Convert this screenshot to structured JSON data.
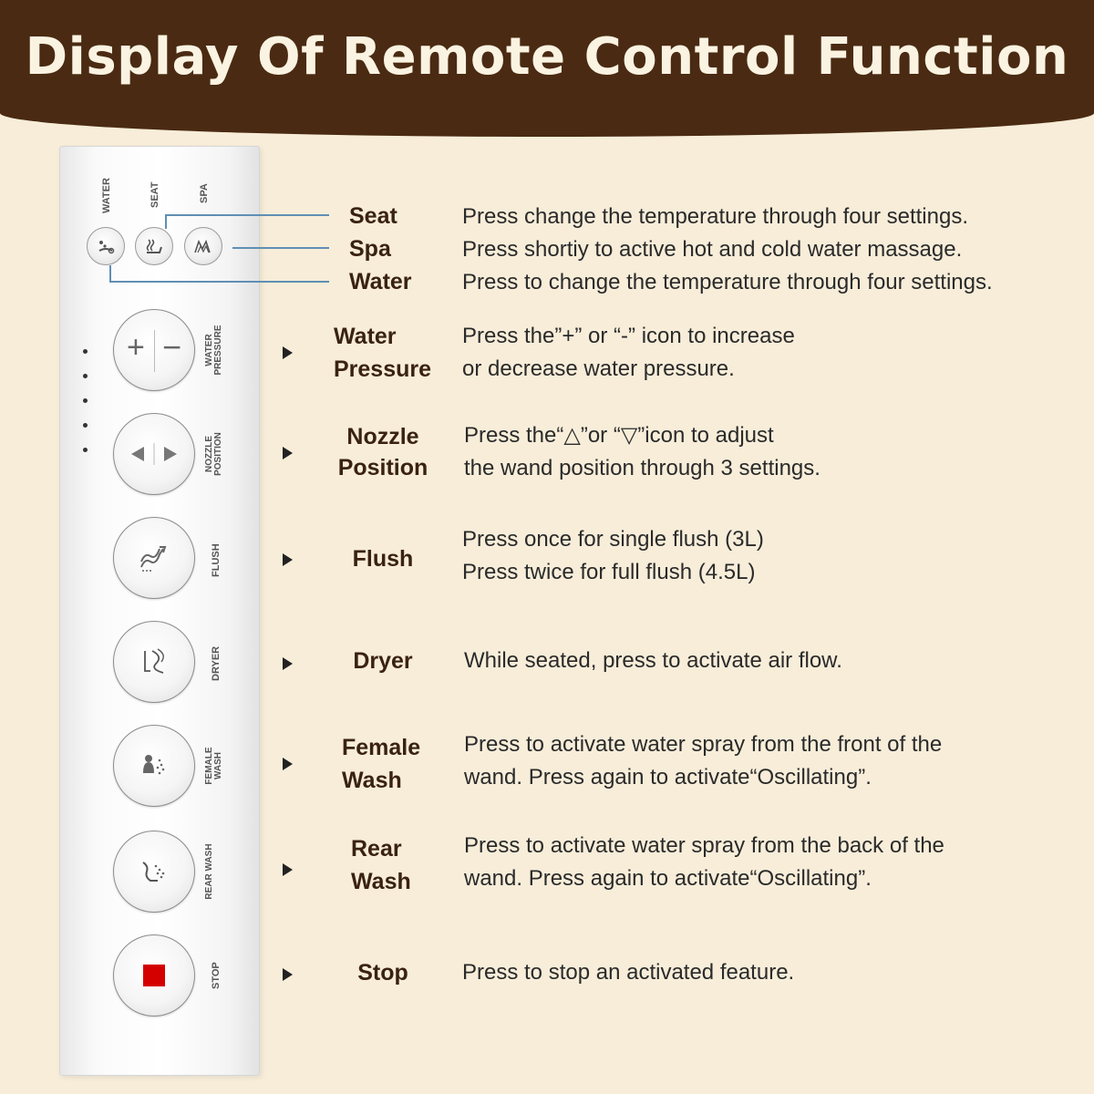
{
  "header": {
    "title": "Display Of Remote Control Function"
  },
  "remote": {
    "top_labels": {
      "water": "WATER",
      "seat": "SEAT",
      "spa": "SPA"
    },
    "buttons": {
      "water_pressure": "WATER PRESSURE",
      "nozzle_position": "NOZZLE POSITION",
      "flush": "FLUSH",
      "dryer": "DRYER",
      "female_wash": "FEMALE WASH",
      "rear_wash": "REAR WASH",
      "stop": "STOP"
    },
    "plus_symbol": "+",
    "minus_symbol": "−",
    "stop_color": "#d40000"
  },
  "functions": {
    "seat": {
      "name": "Seat",
      "desc": "Press change the temperature through four settings."
    },
    "spa": {
      "name": "Spa",
      "desc": "Press shortiy to active hot and cold water massage."
    },
    "water": {
      "name": "Water",
      "desc": "Press to change the temperature through four settings."
    },
    "water_pressure": {
      "name_line1": "Water",
      "name_line2": "Pressure",
      "desc_line1": "Press the”+” or “-” icon to increase",
      "desc_line2": "or decrease water pressure."
    },
    "nozzle_position": {
      "name_line1": "Nozzle",
      "name_line2": "Position",
      "desc_line1": "Press the“△”or “▽”icon to adjust",
      "desc_line2": "the wand position through 3 settings."
    },
    "flush": {
      "name": "Flush",
      "desc_line1": "Press once for single flush (3L)",
      "desc_line2": "Press twice for full flush (4.5L)"
    },
    "dryer": {
      "name": "Dryer",
      "desc": "While seated, press to activate air flow."
    },
    "female_wash": {
      "name_line1": "Female",
      "name_line2": "Wash",
      "desc_line1": "Press to activate water spray from the front of the",
      "desc_line2": "wand. Press again to activate“Oscillating”."
    },
    "rear_wash": {
      "name_line1": "Rear",
      "name_line2": "Wash",
      "desc_line1": "Press to activate water spray from the back of the",
      "desc_line2": "wand. Press again to activate“Oscillating”."
    },
    "stop": {
      "name": "Stop",
      "desc": "Press to stop an activated feature."
    }
  },
  "icons": {
    "water": "water-temperature-icon",
    "seat": "seat-temperature-icon",
    "spa": "spa-massage-icon",
    "nozzle_left": "triangle-left-icon",
    "nozzle_right": "triangle-right-icon",
    "flush": "flush-wave-icon",
    "dryer": "air-flow-icon",
    "female_wash": "female-wash-icon",
    "rear_wash": "rear-wash-icon",
    "stop": "stop-square-icon"
  },
  "colors": {
    "header_bg": "#4a2a12",
    "header_text": "#fbf3e2",
    "background": "#f7edd9",
    "leader_line": "#5f8fb4"
  }
}
